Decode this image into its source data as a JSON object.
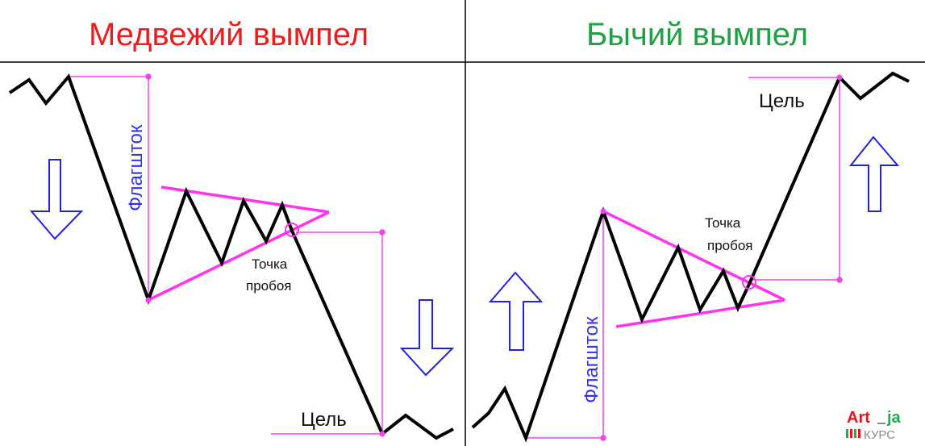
{
  "left_panel": {
    "title": "Медвежий вымпел",
    "flagpole_label": "Флагшток",
    "breakout_label_line1": "Точка",
    "breakout_label_line2": "пробоя",
    "target_label": "Цель"
  },
  "right_panel": {
    "title": "Бычий вымпел",
    "flagpole_label": "Флагшток",
    "breakout_label_line1": "Точка",
    "breakout_label_line2": "пробоя",
    "target_label": "Цель"
  },
  "logo": {
    "line1_a": "Art",
    "line1_b": "ja",
    "line2": "КУРС"
  },
  "colors": {
    "bearish_title": "#ee1c1c",
    "bullish_title": "#22a044",
    "price_line": "#000000",
    "pennant": "#ff33ee",
    "measure": "#ee44ee",
    "arrow": "#2222dd",
    "flagpole_text": "#3333ee",
    "divider": "#000000",
    "logo_red": "#e8141b",
    "logo_green": "#1fae4b",
    "logo_gray": "#8a8a8a"
  },
  "icons": {
    "down_arrow": "down-arrow-icon",
    "up_arrow": "up-arrow-icon"
  }
}
